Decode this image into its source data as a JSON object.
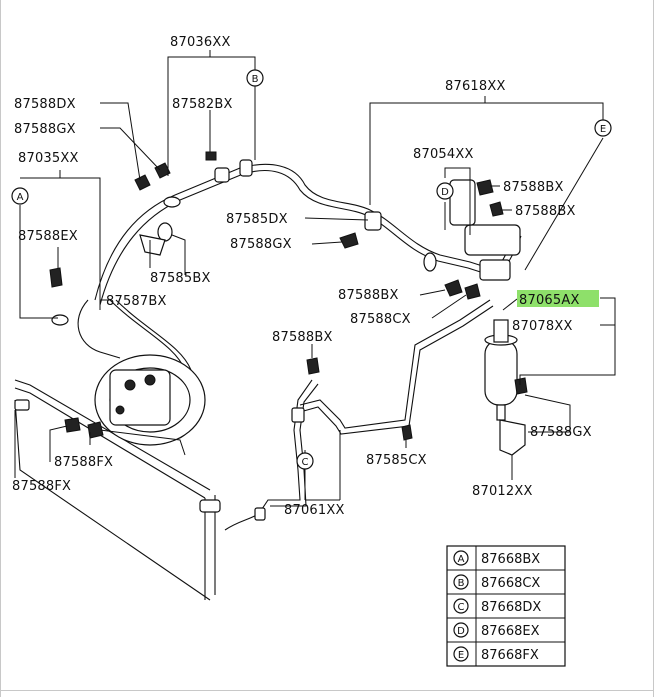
{
  "highlight_color": "#8ee06a",
  "labels": {
    "p87036": "87036XX",
    "p87588dx": "87588DX",
    "p87588gx_a": "87588GX",
    "p87582bx": "87582BX",
    "p87035": "87035XX",
    "p87588ex": "87588EX",
    "p87585dx": "87585DX",
    "p87588gx_b": "87588GX",
    "p87585bx": "87585BX",
    "p87587bx": "87587BX",
    "p87618": "87618XX",
    "p87054": "87054XX",
    "p87588bx_a": "87588BX",
    "p87588bx_b": "87588BX",
    "p87588bx_c": "87588BX",
    "p87588cx": "87588CX",
    "p87065ax": "87065AX",
    "p87078": "87078XX",
    "p87588bx_d": "87588BX",
    "p87588gx_c": "87588GX",
    "p87585cx": "87585CX",
    "p87588fx_a": "87588FX",
    "p87588fx_b": "87588FX",
    "p87061": "87061XX",
    "p87012": "87012XX"
  },
  "callouts": {
    "a": "A",
    "b": "B",
    "c": "C",
    "d": "D",
    "e": "E"
  },
  "legend": [
    {
      "key": "A",
      "part": "87668BX"
    },
    {
      "key": "B",
      "part": "87668CX"
    },
    {
      "key": "C",
      "part": "87668DX"
    },
    {
      "key": "D",
      "part": "87668EX"
    },
    {
      "key": "E",
      "part": "87668FX"
    }
  ]
}
